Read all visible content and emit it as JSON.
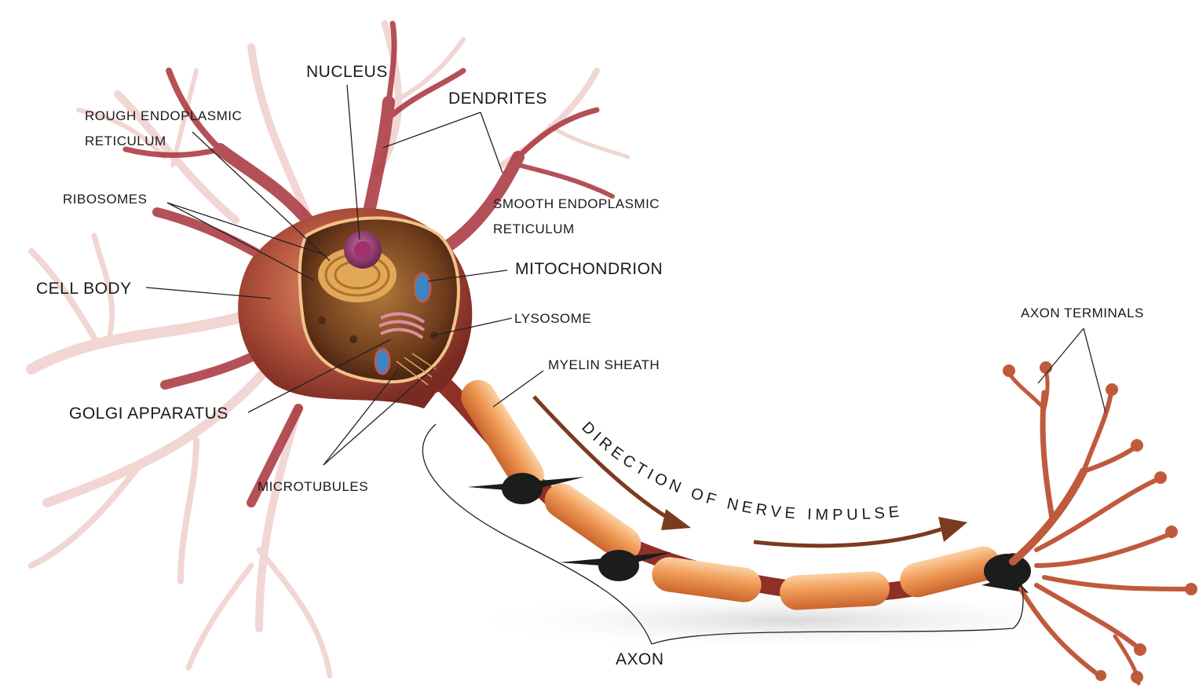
{
  "labels": {
    "nucleus": "NUCLEUS",
    "dendrites": "DENDRITES",
    "rough_er_line1": "ROUGH ENDOPLASMIC",
    "rough_er_line2": "RETICULUM",
    "ribosomes": "RIBOSOMES",
    "smooth_er_line1": "SMOOTH ENDOPLASMIC",
    "smooth_er_line2": "RETICULUM",
    "mitochondrion": "MITOCHONDRION",
    "cell_body": "CELL BODY",
    "lysosome": "LYSOSOME",
    "myelin_sheath": "MYELIN SHEATH",
    "axon_terminals": "AXON TERMINALS",
    "golgi_apparatus": "GOLGI APPARATUS",
    "microtubules": "MICROTUBULES",
    "direction": "DIRECTION OF NERVE IMPULSE",
    "axon": "AXON"
  },
  "colors": {
    "soma": "#b5563f",
    "soma_dark": "#8e2f28",
    "dendrite": "#a8323a",
    "myelin": "#f0a060",
    "terminal": "#c05a3c",
    "node": "#1c1c1c",
    "arrow": "#7a3b1e"
  }
}
